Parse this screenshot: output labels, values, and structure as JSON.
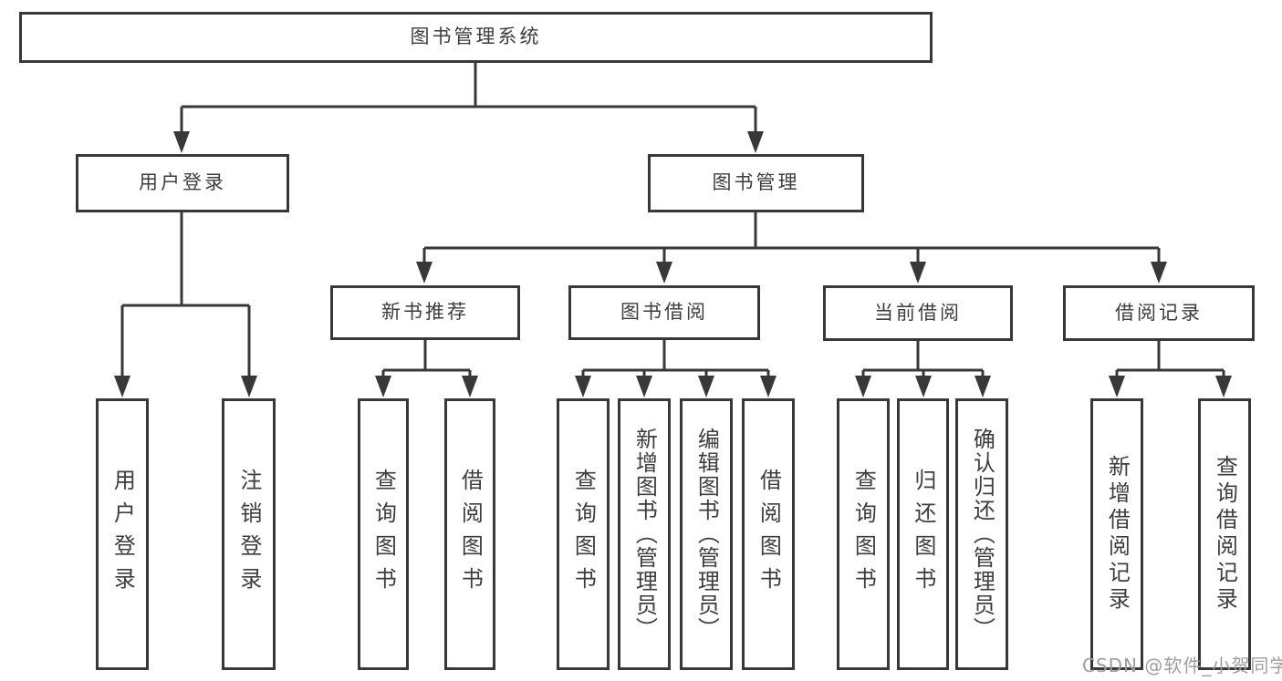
{
  "tree": {
    "root": {
      "label": "图书管理系统"
    },
    "branches": [
      {
        "label": "用户登录",
        "children": [
          {
            "label": "用户登录"
          },
          {
            "label": "注销登录"
          }
        ]
      },
      {
        "label": "图书管理",
        "groups": [
          {
            "label": "新书推荐",
            "children": [
              {
                "label": "查询图书"
              },
              {
                "label": "借阅图书"
              }
            ]
          },
          {
            "label": "图书借阅",
            "children": [
              {
                "label": "查询图书"
              },
              {
                "label": "新增图书（管理员）"
              },
              {
                "label": "编辑图书（管理员）"
              },
              {
                "label": "借阅图书"
              }
            ]
          },
          {
            "label": "当前借阅",
            "children": [
              {
                "label": "查询图书"
              },
              {
                "label": "归还图书"
              },
              {
                "label": "确认归还（管理员）"
              }
            ]
          },
          {
            "label": "借阅记录",
            "children": [
              {
                "label": "新增借阅记录"
              },
              {
                "label": "查询借阅记录"
              }
            ]
          }
        ]
      }
    ]
  },
  "watermark": "CSDN @软件_小贺同学",
  "colors": {
    "line": "#383838",
    "text": "#3d3d3d",
    "watermark": "#9e9e9e",
    "background": "#ffffff"
  }
}
